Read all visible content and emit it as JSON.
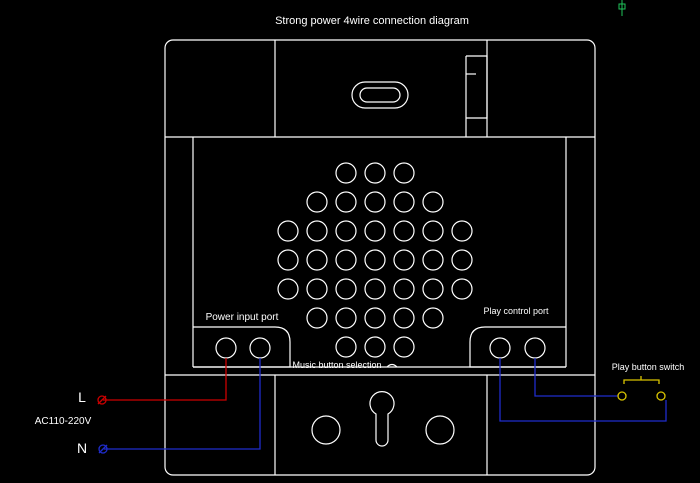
{
  "title": "Strong power  4wire  connection diagram",
  "labels": {
    "power_input_port": "Power input port",
    "play_control_port": "Play control port",
    "music_button_selection": "Music button selection",
    "play_button_switch": "Play  button switch",
    "line_terminal": "L",
    "neutral_terminal": "N",
    "supply_voltage": "AC110-220V"
  },
  "colors": {
    "background": "#000000",
    "outline": "#ffffff",
    "live_wire": "#cc0000",
    "neutral_wire": "#1f2ccc",
    "control_wire": "#1f2ccc",
    "switch": "#d9c400",
    "corner_mark": "#1fc45a"
  },
  "speaker_grille": {
    "row_counts": [
      3,
      5,
      7,
      7,
      7,
      5,
      3
    ]
  }
}
